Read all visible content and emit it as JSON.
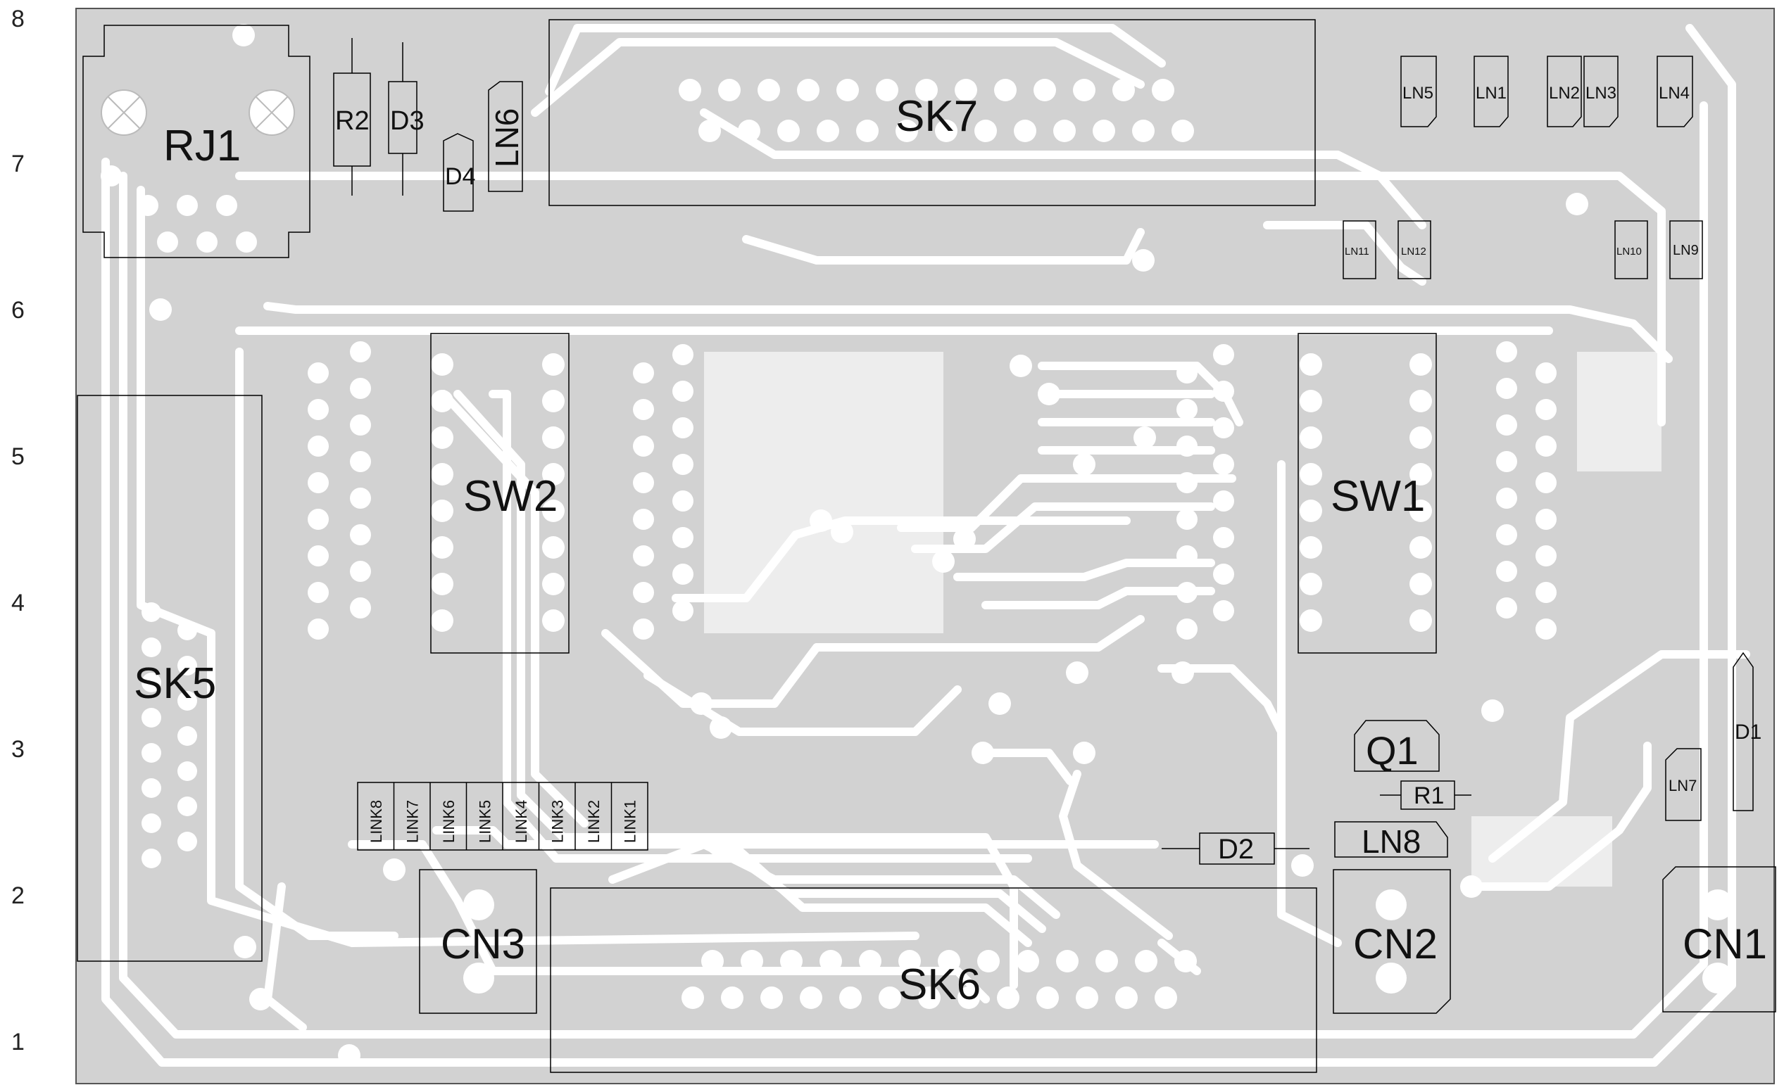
{
  "rows": [
    "8",
    "7",
    "6",
    "5",
    "4",
    "3",
    "2",
    "1"
  ],
  "components": {
    "rj1": "RJ1",
    "r2": "R2",
    "d3": "D3",
    "d4": "D4",
    "ln6": "LN6",
    "sk7": "SK7",
    "sk5": "SK5",
    "sk6": "SK6",
    "sw1": "SW1",
    "sw2": "SW2",
    "cn1": "CN1",
    "cn2": "CN2",
    "cn3": "CN3",
    "q1": "Q1",
    "r1": "R1",
    "d1": "D1",
    "d2": "D2",
    "ln1": "LN1",
    "ln2": "LN2",
    "ln3": "LN3",
    "ln4": "LN4",
    "ln5": "LN5",
    "ln7": "LN7",
    "ln8": "LN8",
    "ln9": "LN9",
    "ln10": "LN10",
    "ln11": "LN11",
    "ln12": "LN12",
    "links": [
      "LINK8",
      "LINK7",
      "LINK6",
      "LINK5",
      "LINK4",
      "LINK3",
      "LINK2",
      "LINK1"
    ]
  },
  "colors": {
    "board": "#d2d2d2",
    "track": "#ffffff",
    "outline": "#000000",
    "pad": "#ffffff"
  }
}
